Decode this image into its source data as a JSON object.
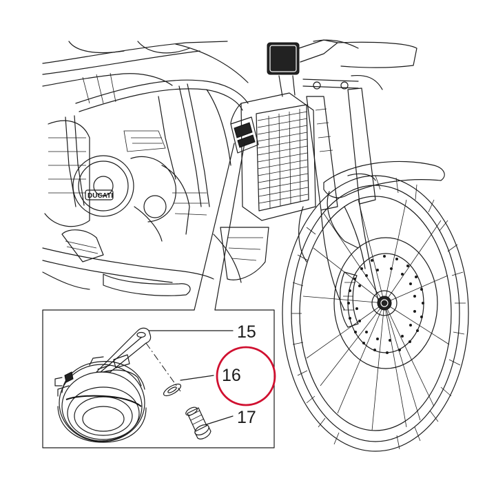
{
  "callouts": [
    {
      "number": "15",
      "part": "bracket"
    },
    {
      "number": "16",
      "part": "washer",
      "highlighted": true
    },
    {
      "number": "17",
      "part": "screw"
    }
  ],
  "engine_badge": "DUCATI",
  "colors": {
    "line": "#1a1a1a",
    "highlight_ring": "#d01030",
    "background": "#ffffff"
  }
}
